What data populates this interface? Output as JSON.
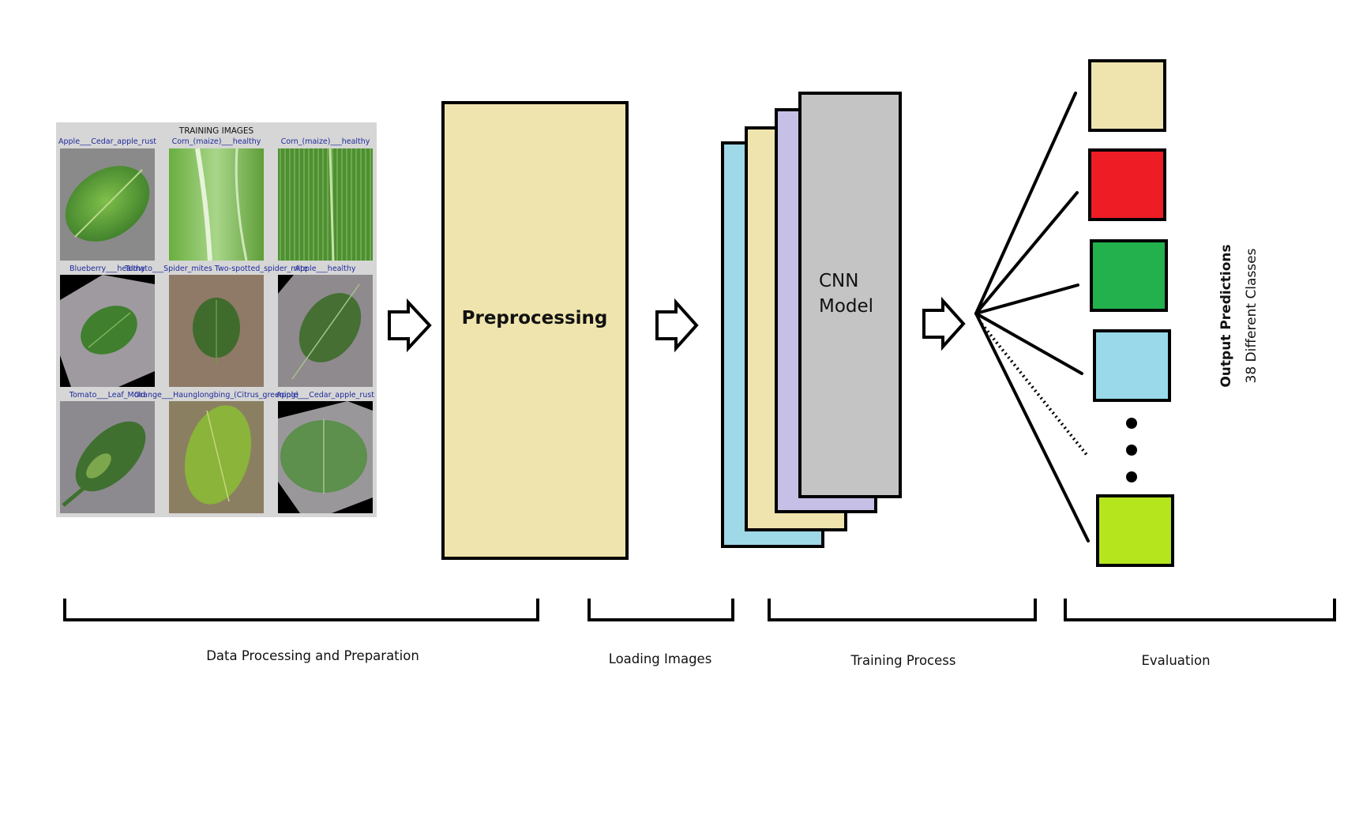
{
  "training_panel": {
    "title": "TRAINING IMAGES",
    "tile_captions": [
      "Apple___Cedar_apple_rust",
      "Corn_(maize)___healthy",
      "Corn_(maize)___healthy",
      "Blueberry___healthy",
      "Tomato___Spider_mites Two-spotted_spider_mite",
      "Apple___healthy",
      "Tomato___Leaf_Mold",
      "Orange___Haunglongbing_(Citrus_greening)",
      "Apple___Cedar_apple_rust"
    ]
  },
  "preprocessing": {
    "label": "Preprocessing"
  },
  "cnn": {
    "line1": "CNN",
    "line2": "Model"
  },
  "output": {
    "title": "Output Predictions",
    "subtitle": "38 Different Classes"
  },
  "stages": {
    "data_processing": "Data Processing and Preparation",
    "loading": "Loading Images",
    "training": "Training Process",
    "evaluation": "Evaluation"
  },
  "colors": {
    "preprocessing_fill": "#efe4ad",
    "cnn_layers": [
      "#9fd8e6",
      "#efe4ad",
      "#c6c0e6",
      "#c4c4c4"
    ],
    "classes": [
      "#efe4ad",
      "#ee1c24",
      "#22b14c",
      "#99d9ea",
      "#b5e61d"
    ]
  }
}
